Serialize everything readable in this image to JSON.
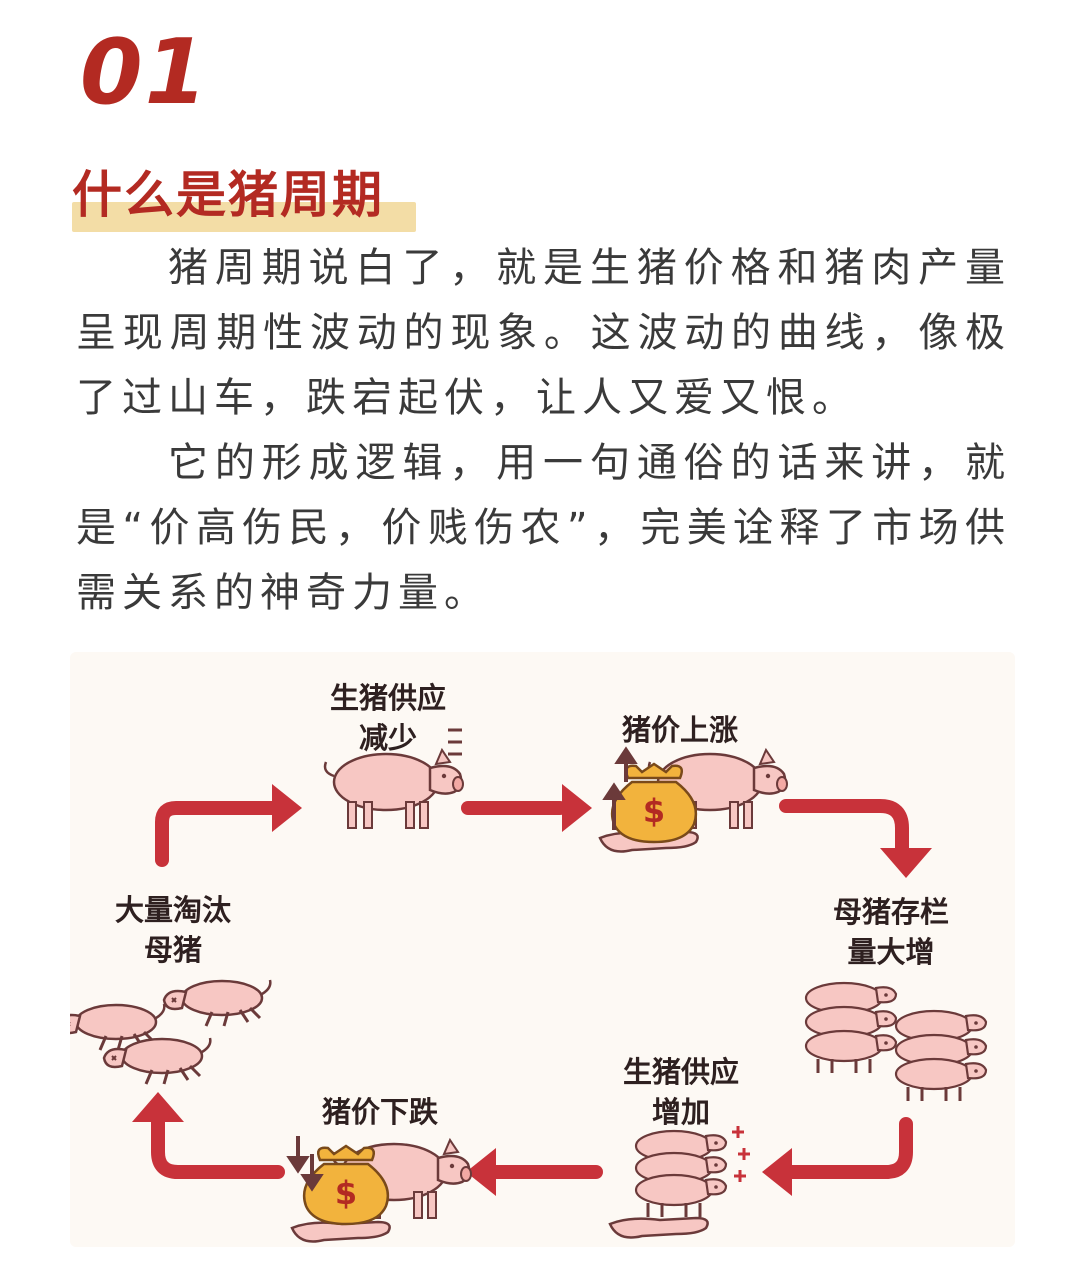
{
  "section_number": "01",
  "heading": "什么是猪周期",
  "paragraphs": [
    "猪周期说白了，就是生猪价格和猪肉产量呈现周期性波动的现象。这波动的曲线，像极了过山车，跌宕起伏，让人又爱又恨。",
    "它的形成逻辑，用一句通俗的话来讲，就是“价高伤民，价贱伤农”，完美诠释了市场供需关系的神奇力量。"
  ],
  "cycle": {
    "supply_decrease": "生猪供应\n减少",
    "price_rise": "猪价上涨",
    "sow_stock_up": "母猪存栏\n量大增",
    "supply_increase": "生猪供应\n增加",
    "price_fall": "猪价下跌",
    "sow_culling": "大量淘汰\n母猪",
    "dollar_sign": "$"
  },
  "colors": {
    "accent_red": "#b32a22",
    "highlight": "#f3dda6",
    "arrow_red": "#c8323a",
    "pig_pink": "#f7c7c3",
    "pig_outline": "#6b3a3a",
    "money_gold": "#f2b33d"
  }
}
